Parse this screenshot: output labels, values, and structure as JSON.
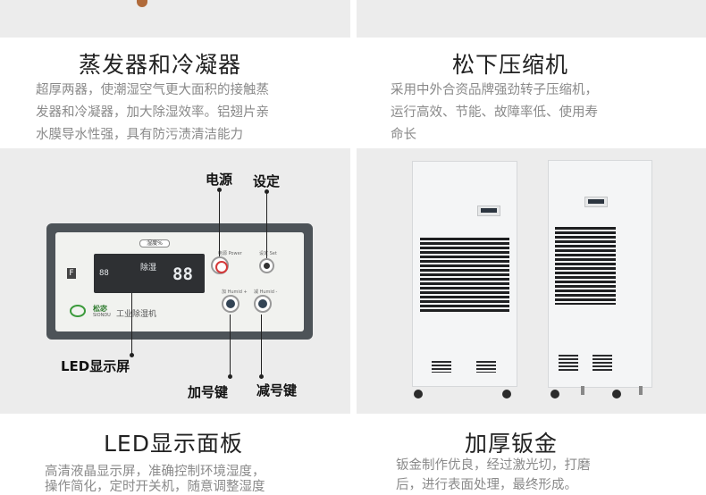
{
  "sections": [
    {
      "title": "蒸发器和冷凝器",
      "lines": [
        "超厚两器，使潮湿空气更大面积的接触蒸",
        "发器和冷凝器，加大除湿效率。铝翅片亲",
        "水膜导水性强，具有防污渍清洁能力"
      ]
    },
    {
      "title": "松下压缩机",
      "lines": [
        "采用中外合资品牌强劲转子压缩机，",
        "运行高效、节能、故障率低、使用寿",
        "命长"
      ]
    },
    {
      "title": "LED显示面板",
      "lines": [
        "高清液晶显示屏，准确控制环境湿度，",
        "操作简化，定时开关机，随意调整湿度"
      ]
    },
    {
      "title": "加厚钣金",
      "lines": [
        "钣金制作优良，经过激光切，打磨",
        "后，进行表面处理，最终形成。"
      ]
    }
  ],
  "panel_callouts": {
    "power": "电源",
    "set": "设定",
    "led_screen": "LED显示屏",
    "plus_key": "加号键",
    "minus_key": "减号键"
  },
  "control_panel": {
    "humidity_tag": "湿度%",
    "lcd_mode": "除湿",
    "lcd_digits": "88",
    "lcd_small_digits": "88",
    "brand_name": "松宓",
    "brand_sub": "SIONDU",
    "brand_type": "工业除湿机",
    "power_small": "电源 Power",
    "set_small": "设定 Set",
    "plus_small": "加 Humid +",
    "minus_small": "减 Humid -"
  },
  "colors": {
    "panel_bg": "#ececec",
    "title": "#222222",
    "desc": "#8a8a8a",
    "brand_green": "#3b9a3b"
  }
}
